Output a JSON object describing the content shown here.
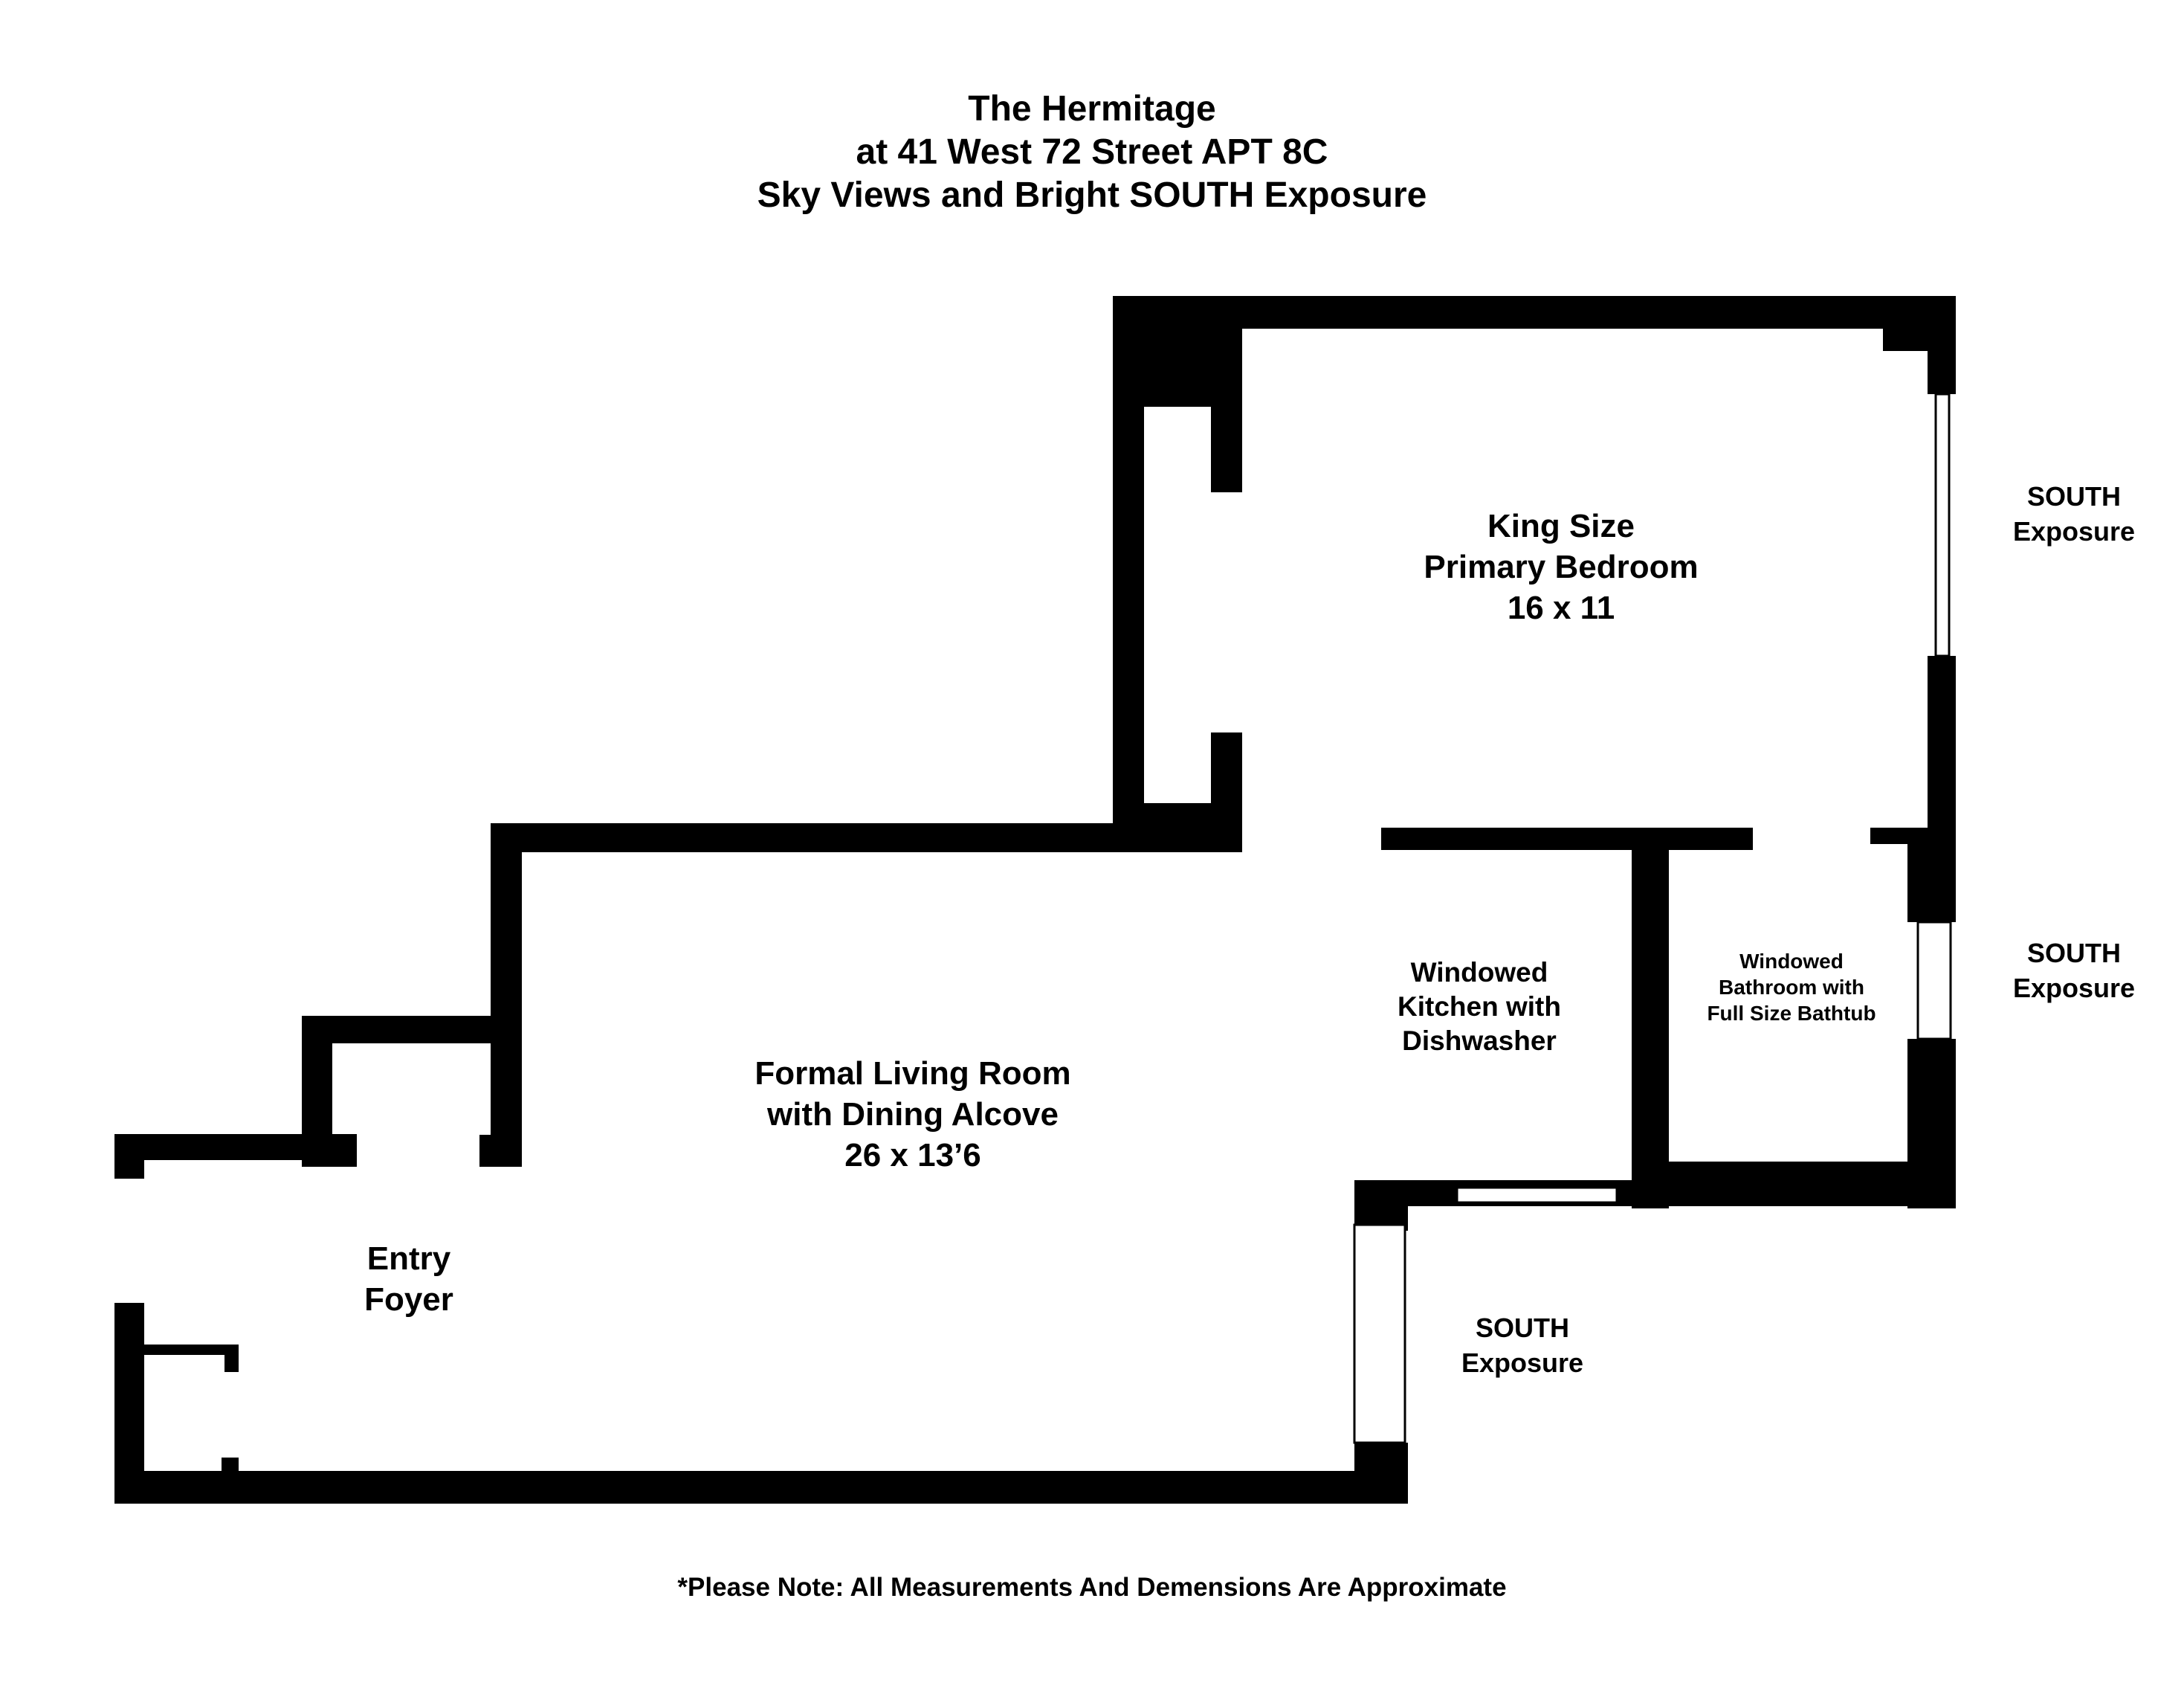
{
  "header": {
    "line1": "The Hermitage",
    "line2": "at 41 West 72 Street APT 8C",
    "line3": "Sky Views and Bright SOUTH Exposure"
  },
  "rooms": {
    "bedroom": {
      "line1": "King Size",
      "line2": "Primary Bedroom",
      "line3": "16 x 11"
    },
    "living": {
      "line1": "Formal Living Room",
      "line2": "with Dining Alcove",
      "line3": "26 x 13’6"
    },
    "kitchen": {
      "line1": "Windowed",
      "line2": "Kitchen with",
      "line3": "Dishwasher"
    },
    "bathroom": {
      "line1": "Windowed",
      "line2": "Bathroom with",
      "line3": "Full Size Bathtub"
    },
    "foyer": {
      "line1": "Entry",
      "line2": "Foyer"
    }
  },
  "exposures": {
    "bedroom": {
      "line1": "SOUTH",
      "line2": "Exposure"
    },
    "bathroom": {
      "line1": "SOUTH",
      "line2": "Exposure"
    },
    "living": {
      "line1": "SOUTH",
      "line2": "Exposure"
    }
  },
  "footer": {
    "note": "*Please Note: All Measurements And Demensions Are Approximate"
  },
  "colors": {
    "wall": "#000000",
    "window": "#ffffff",
    "background": "#ffffff"
  }
}
